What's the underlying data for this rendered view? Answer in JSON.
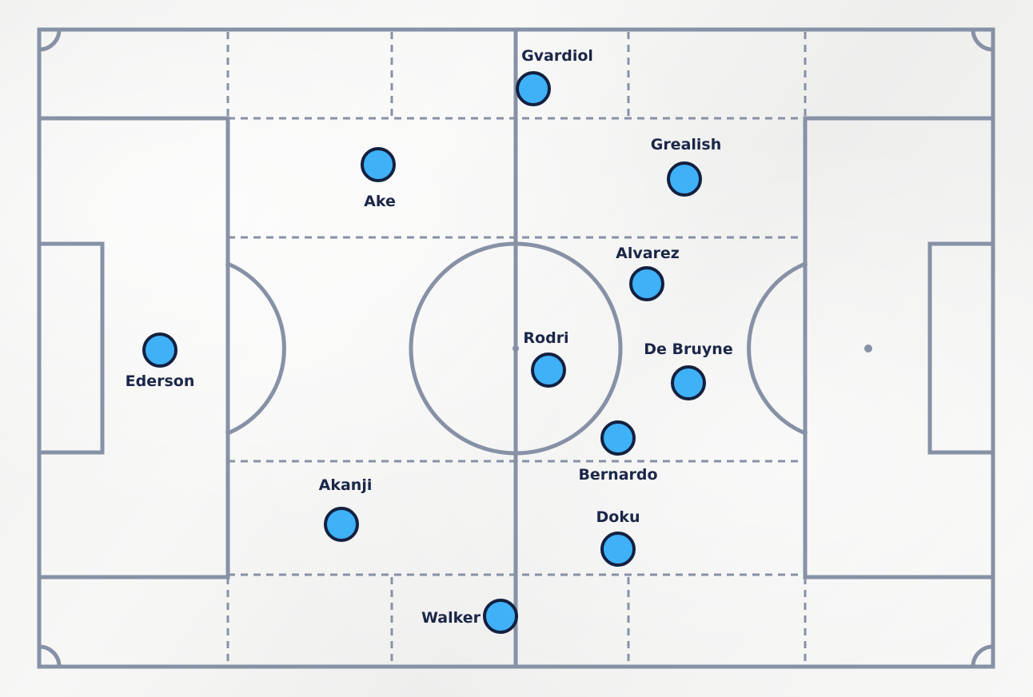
{
  "players": [
    {
      "id": "gvardiol",
      "name": "Gvardiol"
    },
    {
      "id": "ake",
      "name": "Ake"
    },
    {
      "id": "grealish",
      "name": "Grealish"
    },
    {
      "id": "alvarez",
      "name": "Alvarez"
    },
    {
      "id": "ederson",
      "name": "Ederson"
    },
    {
      "id": "rodri",
      "name": "Rodri"
    },
    {
      "id": "debruyne",
      "name": "De Bruyne"
    },
    {
      "id": "bernardo",
      "name": "Bernardo"
    },
    {
      "id": "akanji",
      "name": "Akanji"
    },
    {
      "id": "doku",
      "name": "Doku"
    },
    {
      "id": "walker",
      "name": "Walker"
    }
  ],
  "colors": {
    "pitch_lines": "#8791a6",
    "player_fill": "#3fb1f7",
    "player_outline": "#14203f",
    "label_text": "#1b2748"
  }
}
